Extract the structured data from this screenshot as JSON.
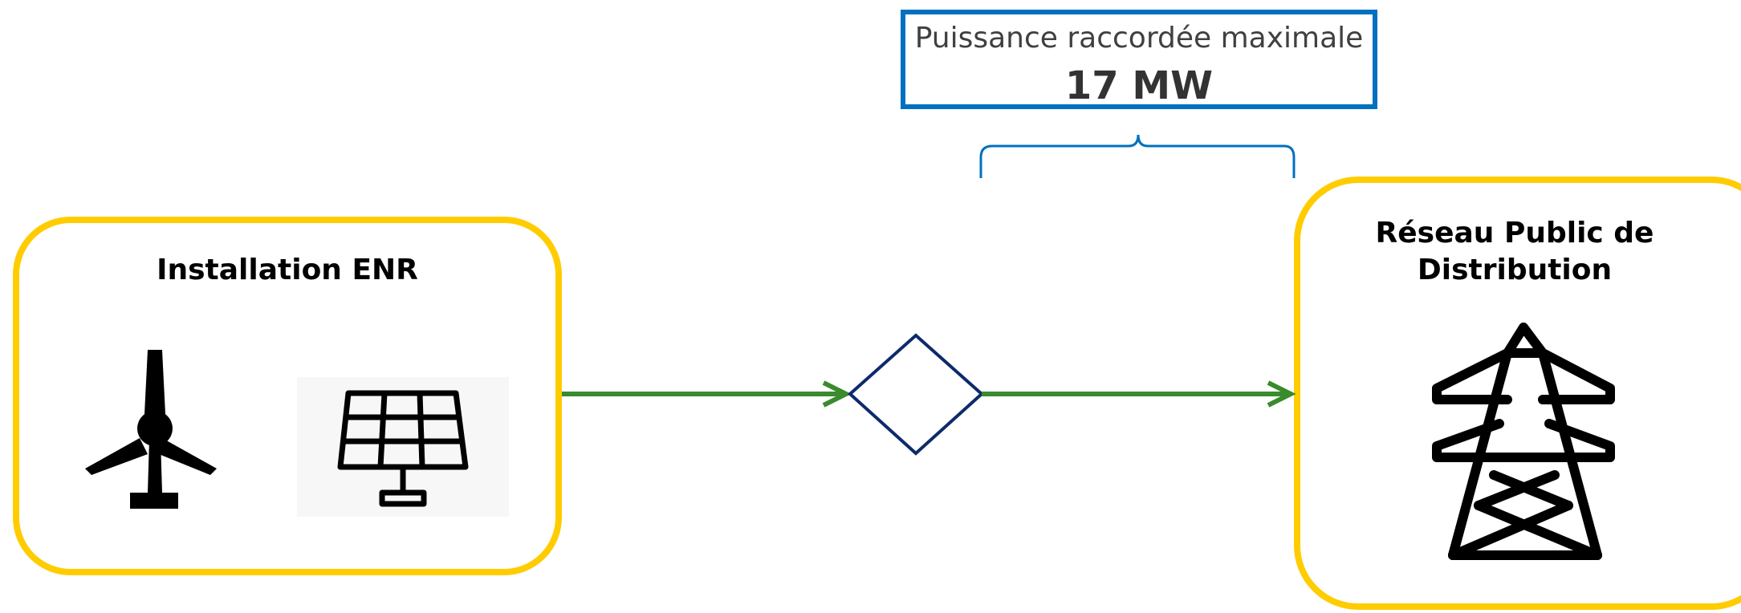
{
  "installation": {
    "title": "Installation ENR"
  },
  "reseau": {
    "title_line1": "Réseau Public de",
    "title_line2": "Distribution"
  },
  "power": {
    "label": "Puissance raccordée maximale",
    "value": "17 MW"
  },
  "colors": {
    "box_border": "#FFCC00",
    "arrow": "#3A8A2E",
    "diamond": "#0D2A6B",
    "power_border": "#0070C0"
  },
  "icons": [
    "wind-turbine-icon",
    "solar-panel-icon",
    "pylon-icon"
  ]
}
